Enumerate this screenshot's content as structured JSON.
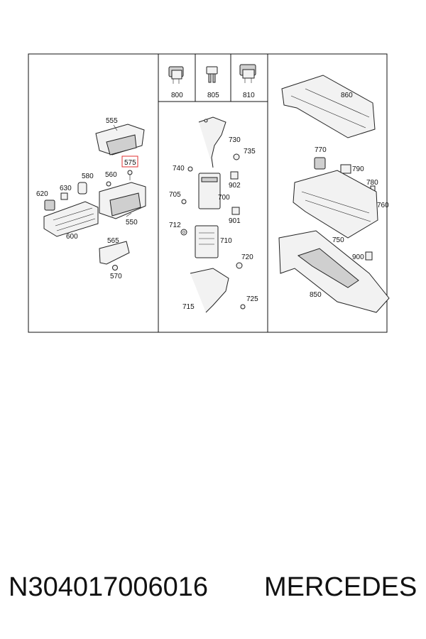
{
  "caption": {
    "part_number": "N304017006016",
    "brand": "MERCEDES"
  },
  "callouts": {
    "c800": "800",
    "c805": "805",
    "c810": "810",
    "c555": "555",
    "c575": "575",
    "c580": "580",
    "c560": "560",
    "c630": "630",
    "c620": "620",
    "c550": "550",
    "c600": "600",
    "c565": "565",
    "c570": "570",
    "c730": "730",
    "c735": "735",
    "c740": "740",
    "c902": "902",
    "c705": "705",
    "c700": "700",
    "c712": "712",
    "c901": "901",
    "c710": "710",
    "c720": "720",
    "c715": "715",
    "c725": "725",
    "c860": "860",
    "c770": "770",
    "c790": "790",
    "c780": "780",
    "c760": "760",
    "c750": "750",
    "c900": "900",
    "c850": "850"
  },
  "highlight_color": "#e03030"
}
